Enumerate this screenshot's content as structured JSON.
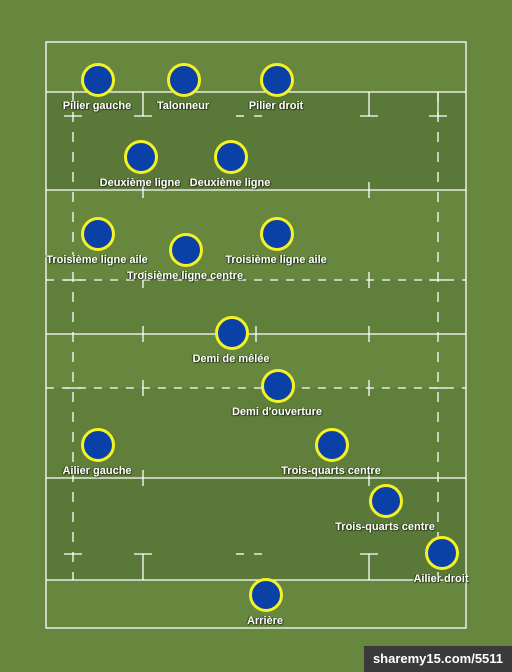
{
  "credit": "sharemy15.com/5511",
  "colors": {
    "background": "#67873f",
    "pitch_band_dark": "#5a7838",
    "pitch_band_light": "#65843e",
    "lines": "#ffffff",
    "player_fill": "#0b40a6",
    "player_ring": "#f2f227"
  },
  "players": [
    {
      "label": "Pilier gauche"
    },
    {
      "label": "Talonneur"
    },
    {
      "label": "Pilier droit"
    },
    {
      "label": "Deuxième ligne"
    },
    {
      "label": "Deuxième ligne"
    },
    {
      "label": "Troisième ligne aile"
    },
    {
      "label": "Troisième ligne centre"
    },
    {
      "label": "Troisième ligne aile"
    },
    {
      "label": "Demi de mêlée"
    },
    {
      "label": "Demi d'ouverture"
    },
    {
      "label": "Ailier gauche"
    },
    {
      "label": "Trois-quarts centre"
    },
    {
      "label": "Trois-quarts centre"
    },
    {
      "label": "Ailier droit"
    },
    {
      "label": "Arrière"
    }
  ]
}
